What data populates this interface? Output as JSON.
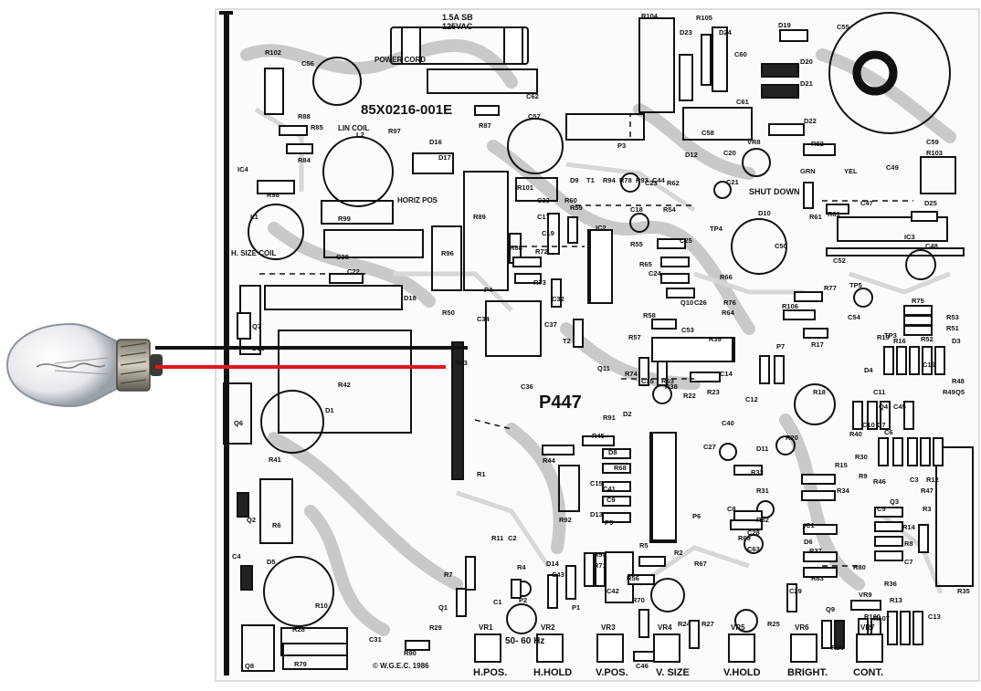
{
  "board": {
    "title": "P447",
    "part_number": "85X0216-001E",
    "copyright": "© W.G.E.C. 1986",
    "fuse_label_1": "1.5A SB",
    "fuse_label_2": "125VAC",
    "power_cord_label": "POWER CORD",
    "lin_coil": "LIN COIL",
    "horiz_pos": "HORIZ POS",
    "h_size_coil": "H. SIZE COIL",
    "shut_down": "SHUT DOWN",
    "freq_label": "50- 60 Hz"
  },
  "controls": [
    {
      "ref": "VR1",
      "label": "H.POS."
    },
    {
      "ref": "VR2",
      "label": "H.HOLD"
    },
    {
      "ref": "VR3",
      "label": "V.POS."
    },
    {
      "ref": "VR4",
      "label": "V. SIZE"
    },
    {
      "ref": "VR5",
      "label": "V.HOLD"
    },
    {
      "ref": "VR6",
      "label": "BRIGHT."
    },
    {
      "ref": "VR7",
      "label": "CONT."
    }
  ],
  "wire_colors": {
    "black": "#111111",
    "red": "#e0161c"
  },
  "refs": [
    "C55",
    "R104",
    "R105",
    "D23",
    "D24",
    "D19",
    "C56",
    "R102",
    "R85",
    "R84",
    "R88",
    "R87",
    "C62",
    "C57",
    "P3",
    "C58",
    "C60",
    "D20",
    "D21",
    "C61",
    "D22",
    "C59",
    "R103",
    "IC4",
    "L2",
    "R97",
    "D16",
    "D17",
    "R101",
    "D12",
    "C20",
    "VR8",
    "R82",
    "C49",
    "GRN",
    "YEL",
    "R98",
    "C33",
    "R60",
    "R59",
    "C23",
    "R62",
    "C21",
    "D10",
    "C47",
    "R81",
    "R61",
    "D25",
    "L1",
    "R99",
    "C17",
    "C18",
    "R54",
    "TP4",
    "IC3",
    "C48",
    "C38",
    "R89",
    "C19",
    "IC2",
    "R55",
    "C25",
    "C50",
    "C52",
    "R96",
    "R88",
    "R72",
    "R73",
    "R65",
    "C24",
    "R66",
    "TP5",
    "C22",
    "D18",
    "P4",
    "Q10",
    "C26",
    "R76",
    "R77",
    "R75",
    "R106",
    "R53",
    "R51",
    "R50",
    "C34",
    "C32",
    "R58",
    "R64",
    "C53",
    "C54",
    "TP3",
    "Q7",
    "D15",
    "C37",
    "T2",
    "R57",
    "R39",
    "P7",
    "R17",
    "R19",
    "R16",
    "R52",
    "D3",
    "D4",
    "C16",
    "R48",
    "R42",
    "R43",
    "C36",
    "Q11",
    "R74",
    "C35",
    "R63",
    "C14",
    "R38",
    "R22",
    "R23",
    "C12",
    "R18",
    "C11",
    "Q4",
    "C45",
    "R49",
    "Q5",
    "Q6",
    "D1",
    "D2",
    "R91",
    "C40",
    "C27",
    "D11",
    "R20",
    "C10",
    "D7",
    "C6",
    "R40",
    "R45",
    "R44",
    "D8",
    "R68",
    "R33",
    "R30",
    "R15",
    "R46",
    "R9",
    "C3",
    "R12",
    "R47",
    "R41",
    "C15",
    "C41",
    "C9",
    "R31",
    "R34",
    "C5",
    "Q3",
    "R3",
    "R6",
    "Q2",
    "R1",
    "R92",
    "D13",
    "P5",
    "P6",
    "C8",
    "R32",
    "IC1",
    "D6",
    "R14",
    "R8",
    "R11",
    "C2",
    "R5",
    "R2",
    "R69",
    "C28",
    "C63",
    "R37",
    "C7",
    "C4",
    "D5",
    "R7",
    "R4",
    "D14",
    "C43",
    "R71",
    "R95",
    "R67",
    "R56",
    "R83",
    "R80",
    "R36",
    "R35",
    "R10",
    "Q1",
    "C1",
    "P2",
    "P1",
    "C42",
    "R70",
    "C29",
    "VR9",
    "Q9",
    "R100",
    "R107",
    "R13",
    "C13",
    "R29",
    "R28",
    "R24",
    "R27",
    "R25",
    "R26",
    "C31",
    "R90",
    "C46",
    "R79",
    "Q8",
    "D9",
    "T1",
    "R94",
    "R78",
    "R93",
    "C44"
  ]
}
